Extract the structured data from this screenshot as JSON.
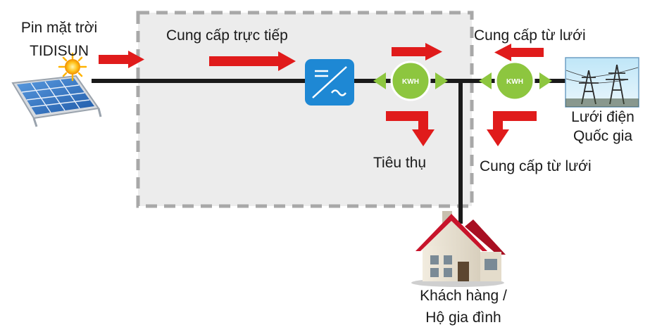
{
  "labels": {
    "solar_line1": "Pin mặt trời",
    "solar_line2": "TIDISUN",
    "direct_supply": "Cung cấp trực tiếp",
    "grid_supply_top": "Cung cấp từ lưới",
    "consumption": "Tiêu thụ",
    "grid_supply_bottom": "Cung cấp từ lưới",
    "national_grid_line1": "Lưới điện",
    "national_grid_line2": "Quốc gia",
    "customer_line1": "Khách hàng /",
    "customer_line2": "Hộ gia đình"
  },
  "meters": {
    "meter_1": "KWH",
    "meter_2": "KWH"
  },
  "colors": {
    "arrow_red": "#e01b1b",
    "meter_green": "#8dc63f",
    "inverter_blue": "#1e88d4",
    "panel_blue": "#2d6fc4",
    "zone_fill": "#ececec",
    "zone_border": "#a8a8a8",
    "line_dark": "#1a1a1a",
    "roof_red": "#c8142b"
  },
  "icons": {
    "solar_panel": "solar-panel-icon",
    "sun": "sun-icon",
    "inverter": "inverter-icon",
    "meter": "kwh-meter-icon",
    "house": "house-icon",
    "power_tower": "power-tower-icon"
  }
}
